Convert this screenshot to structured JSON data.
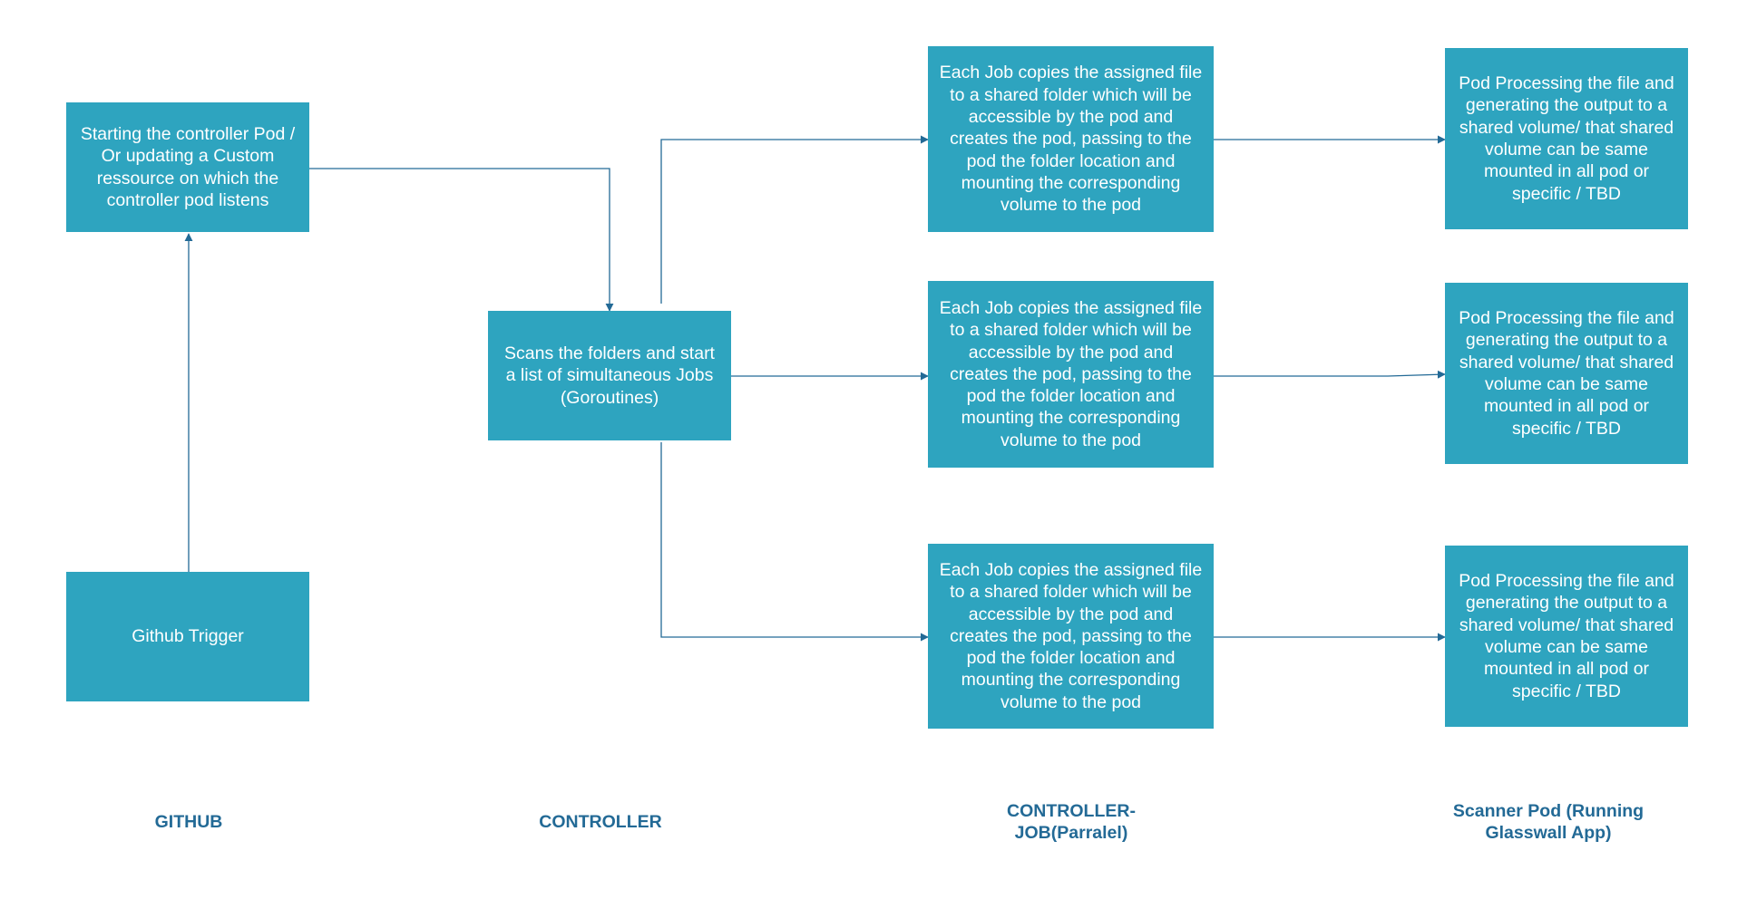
{
  "colors": {
    "node_fill": "#2ea4bf",
    "node_text": "#ffffff",
    "connector": "#236a96",
    "lane_label": "#236a96",
    "background": "#ffffff"
  },
  "nodes": {
    "github_trigger": "Github Trigger",
    "start_controller": "Starting the controller Pod /\nOr updating a Custom\nressource on which the\ncontroller pod listens",
    "scan_folders": "Scans the folders and start\na list of simultaneous Jobs\n(Goroutines)",
    "job_1": "Each Job copies the assigned file\nto a shared folder which will be\naccessible by the pod and\ncreates the pod, passing to the\npod the folder location and\nmounting the corresponding\nvolume to the pod",
    "job_2": "Each Job copies the assigned file\nto a shared folder which will be\naccessible by the pod and\ncreates the pod, passing to the\npod the folder location and\nmounting the corresponding\nvolume to the pod",
    "job_3": "Each Job copies the assigned file\nto a shared folder which will be\naccessible by the pod and\ncreates the pod, passing to the\npod the folder location and\nmounting the corresponding\nvolume to the pod",
    "pod_1": "Pod Processing the file and\ngenerating the output to a\nshared volume/ that shared\nvolume can be same\nmounted in all pod or\nspecific / TBD",
    "pod_2": "Pod Processing the file and\ngenerating the output to a\nshared volume/ that shared\nvolume can be same\nmounted in all pod or\nspecific / TBD",
    "pod_3": "Pod Processing the file and\ngenerating the output to a\nshared volume/ that shared\nvolume can be same\nmounted in all pod or\nspecific / TBD"
  },
  "lanes": {
    "github": "GITHUB",
    "controller": "CONTROLLER",
    "controller_job": "CONTROLLER-\nJOB(Parralel)",
    "scanner_pod": "Scanner Pod (Running\nGlasswall App)"
  },
  "edges": [
    {
      "from": "github_trigger",
      "to": "start_controller"
    },
    {
      "from": "start_controller",
      "to": "scan_folders"
    },
    {
      "from": "scan_folders",
      "to": "job_1"
    },
    {
      "from": "scan_folders",
      "to": "job_2"
    },
    {
      "from": "scan_folders",
      "to": "job_3"
    },
    {
      "from": "job_1",
      "to": "pod_1"
    },
    {
      "from": "job_2",
      "to": "pod_2"
    },
    {
      "from": "job_3",
      "to": "pod_3"
    }
  ]
}
